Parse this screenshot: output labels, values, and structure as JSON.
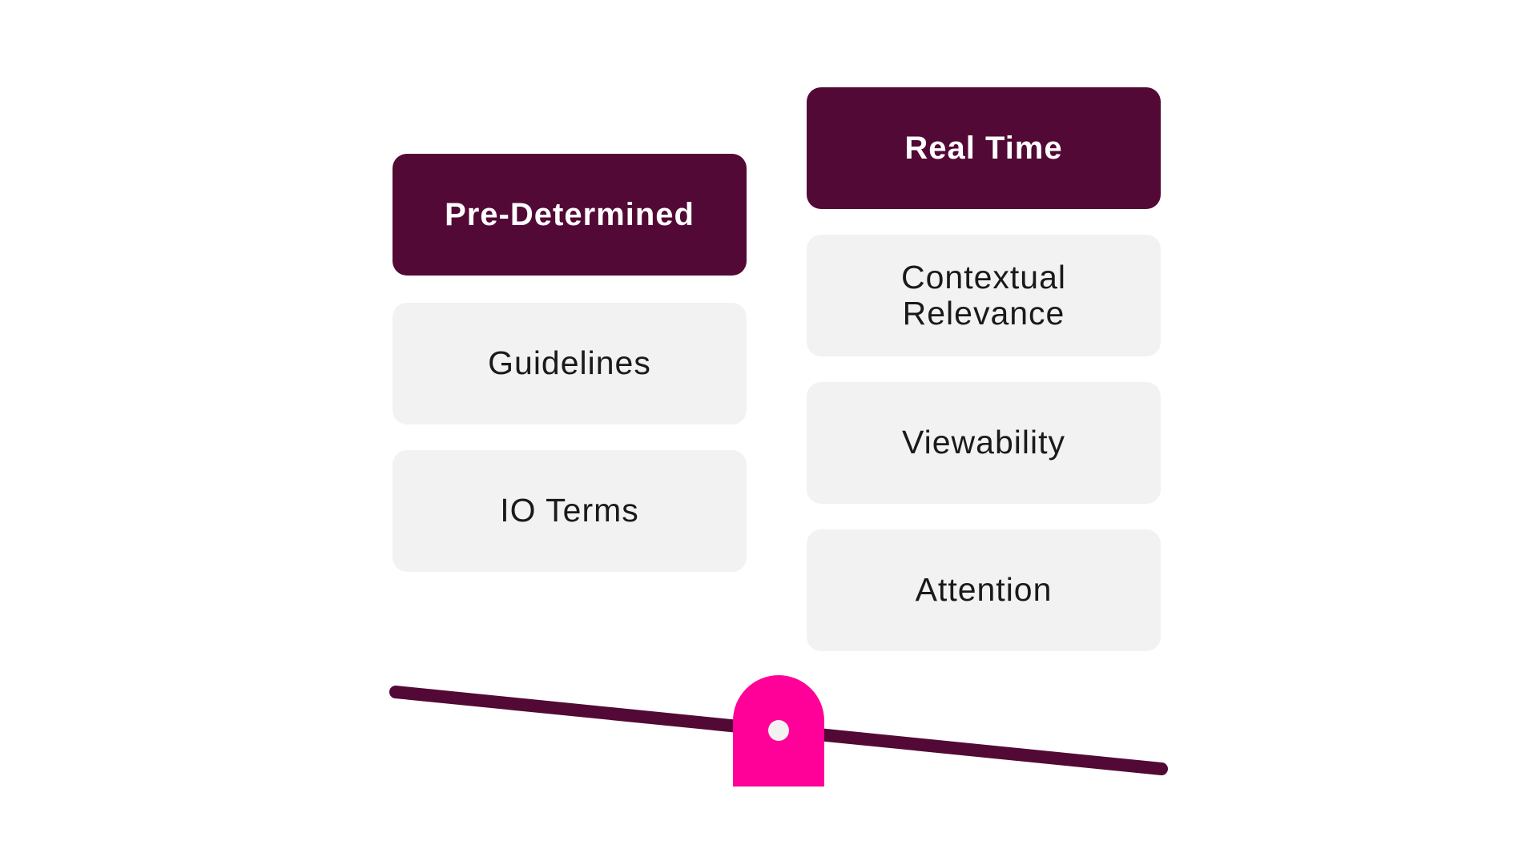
{
  "columns": {
    "left": {
      "header": "Pre-Determined",
      "items": [
        "Guidelines",
        "IO Terms"
      ]
    },
    "right": {
      "header": "Real Time",
      "items": [
        "Contextual\nRelevance",
        "Viewability",
        "Attention"
      ]
    }
  },
  "colors": {
    "header_bg": "#530935",
    "item_bg": "#f2f2f2",
    "beam": "#530935",
    "fulcrum": "#ff0099",
    "pivot": "#f2f2f2"
  },
  "scale": {
    "tilt": "right-side-down"
  }
}
